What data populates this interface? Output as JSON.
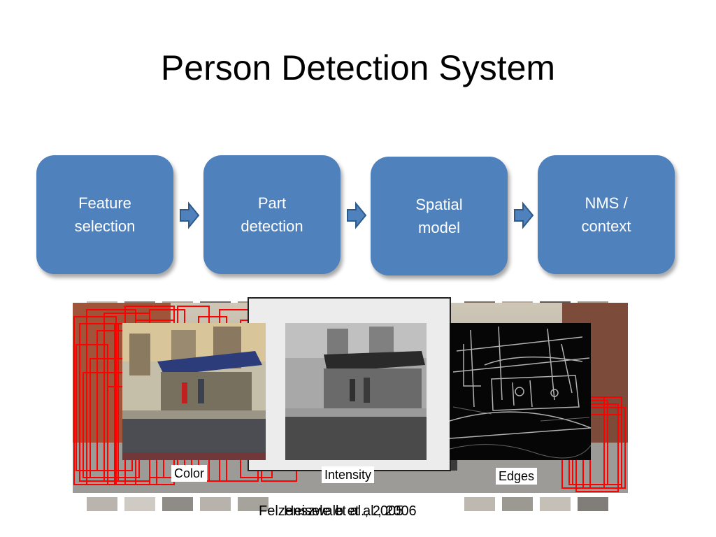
{
  "slide": {
    "title": "Person Detection System"
  },
  "pipeline": [
    {
      "line1": "Feature",
      "line2": "selection"
    },
    {
      "line1": "Part",
      "line2": "detection"
    },
    {
      "line1": "Spatial",
      "line2": "model"
    },
    {
      "line1": "NMS /",
      "line2": "context"
    }
  ],
  "features": {
    "color_label": "Color",
    "intensity_label": "Intensity",
    "edges_label": "Edges"
  },
  "citations": {
    "first": "Felzenszwalb et al., 2006",
    "second": "Heisele et al., 2005"
  },
  "colors": {
    "box_fill": "#4f81bd",
    "box_text": "#ffffff",
    "arrow_fill": "#4f81bd",
    "arrow_stroke": "#2e5a8a",
    "detection_red": "#ff0000"
  }
}
